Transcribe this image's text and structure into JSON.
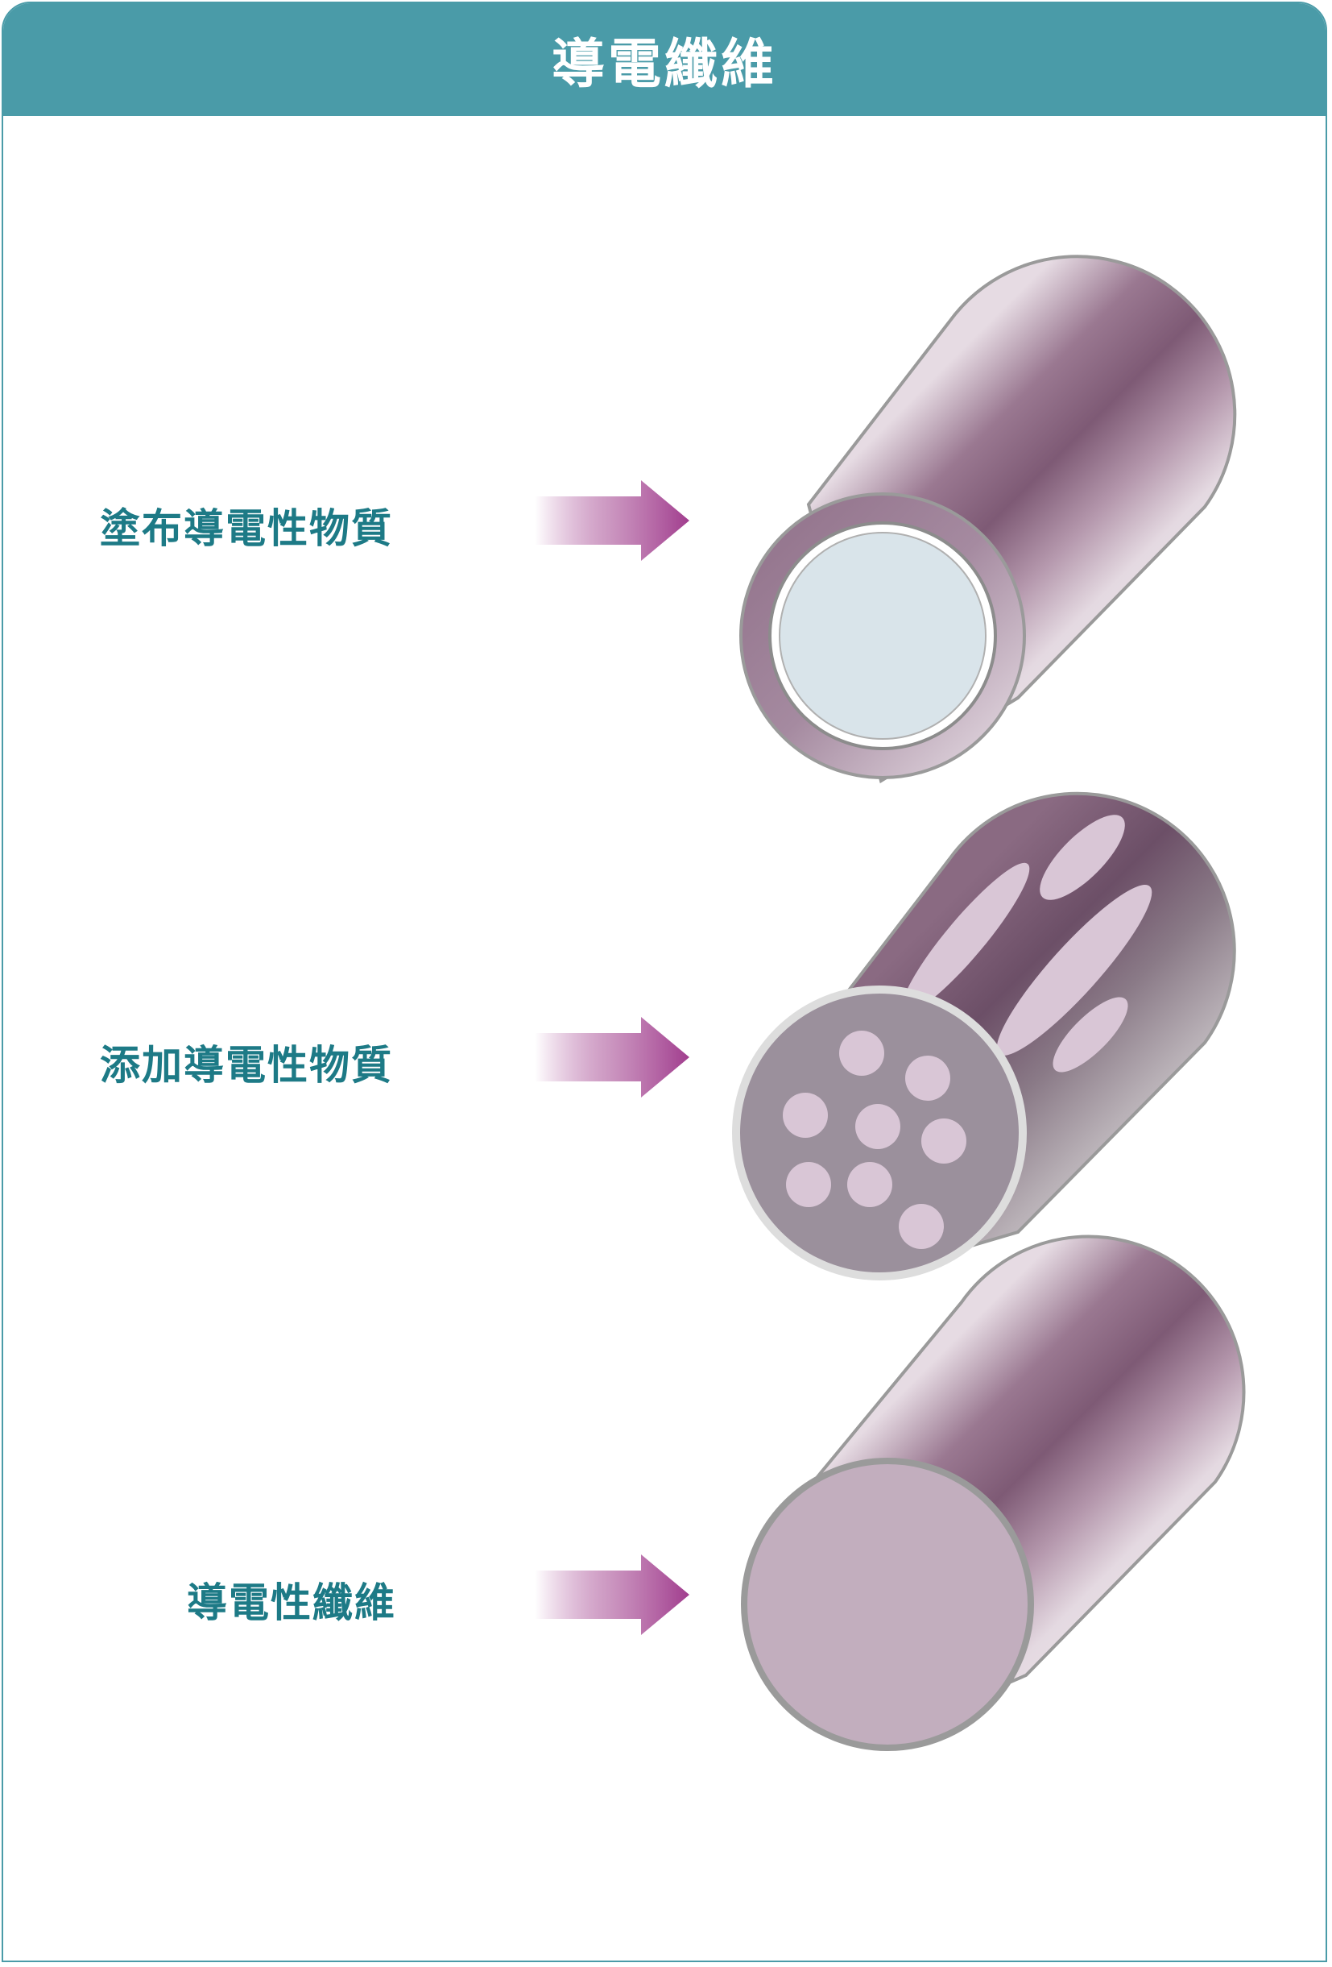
{
  "title": "導電纖維",
  "rows": [
    {
      "label": "塗布導電性物質",
      "arrow_icon": "arrow-right-icon",
      "figure": "coated-fiber-cross-section"
    },
    {
      "label": "添加導電性物質",
      "arrow_icon": "arrow-right-icon",
      "figure": "filled-fiber-cross-section"
    },
    {
      "label": "導電性纖維",
      "arrow_icon": "arrow-right-icon",
      "figure": "solid-conductive-fiber"
    }
  ],
  "colors": {
    "header": "#4a9ba8",
    "label": "#1d7a86",
    "arrow": "#a13d8e",
    "fiber_dark": "#7e5a75",
    "fiber_light": "#e8dfe6",
    "core": "#d9e4ea",
    "filled_face": "#9b909c",
    "particle": "#d9c6d6",
    "solid_face": "#c2aebe"
  }
}
